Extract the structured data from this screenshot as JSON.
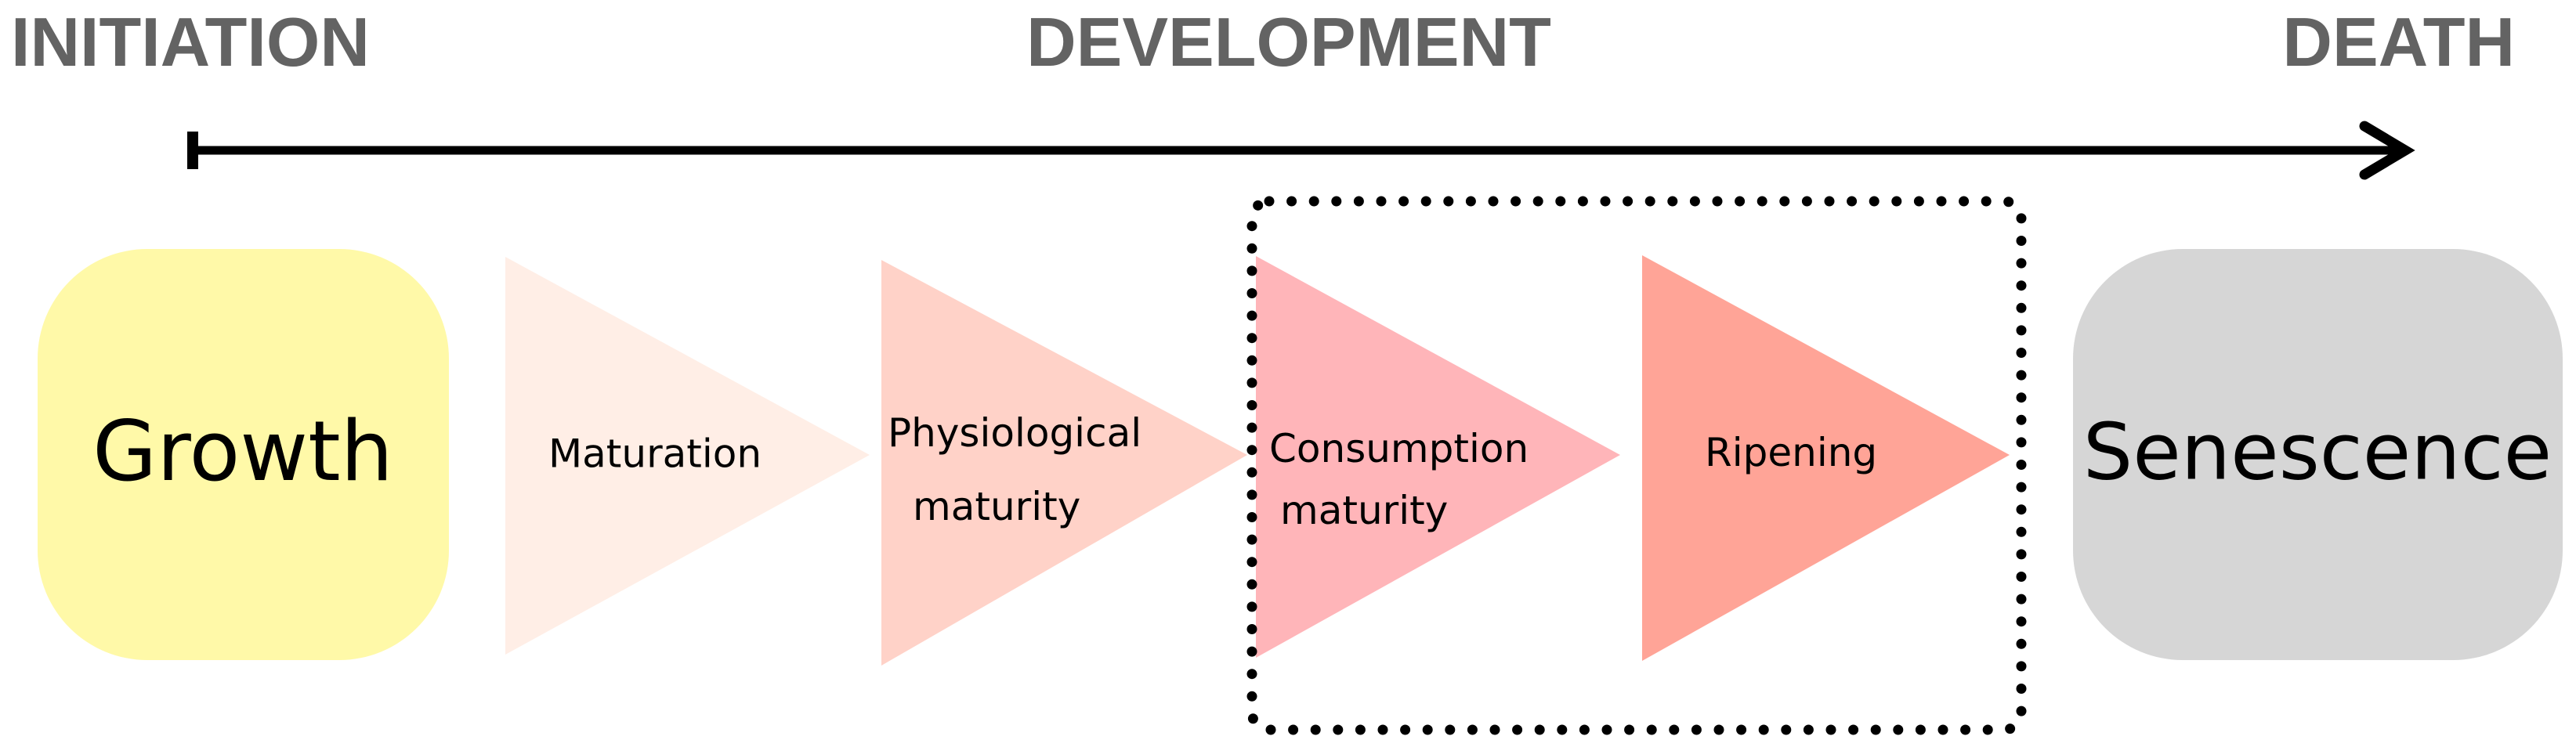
{
  "timeline": {
    "start_label": "INITIATION",
    "middle_label": "DEVELOPMENT",
    "end_label": "DEATH"
  },
  "stages": {
    "growth": {
      "label": "Growth",
      "color": "#FFF9A8"
    },
    "maturation": {
      "label": "Maturation",
      "color": "#FFEEE6"
    },
    "physiological_maturity": {
      "line1": "Physiological",
      "line2": "maturity",
      "color": "#FFD2C8"
    },
    "consumption_maturity": {
      "line1": "Consumption",
      "line2": "maturity",
      "color": "#FFB5B9"
    },
    "ripening": {
      "label": "Ripening",
      "color": "#FFA497"
    },
    "senescence": {
      "label": "Senescence",
      "color": "#D6D6D6"
    }
  },
  "colors": {
    "header_text": "#636363",
    "arrow": "#000000",
    "dotted_box": "#000000"
  }
}
